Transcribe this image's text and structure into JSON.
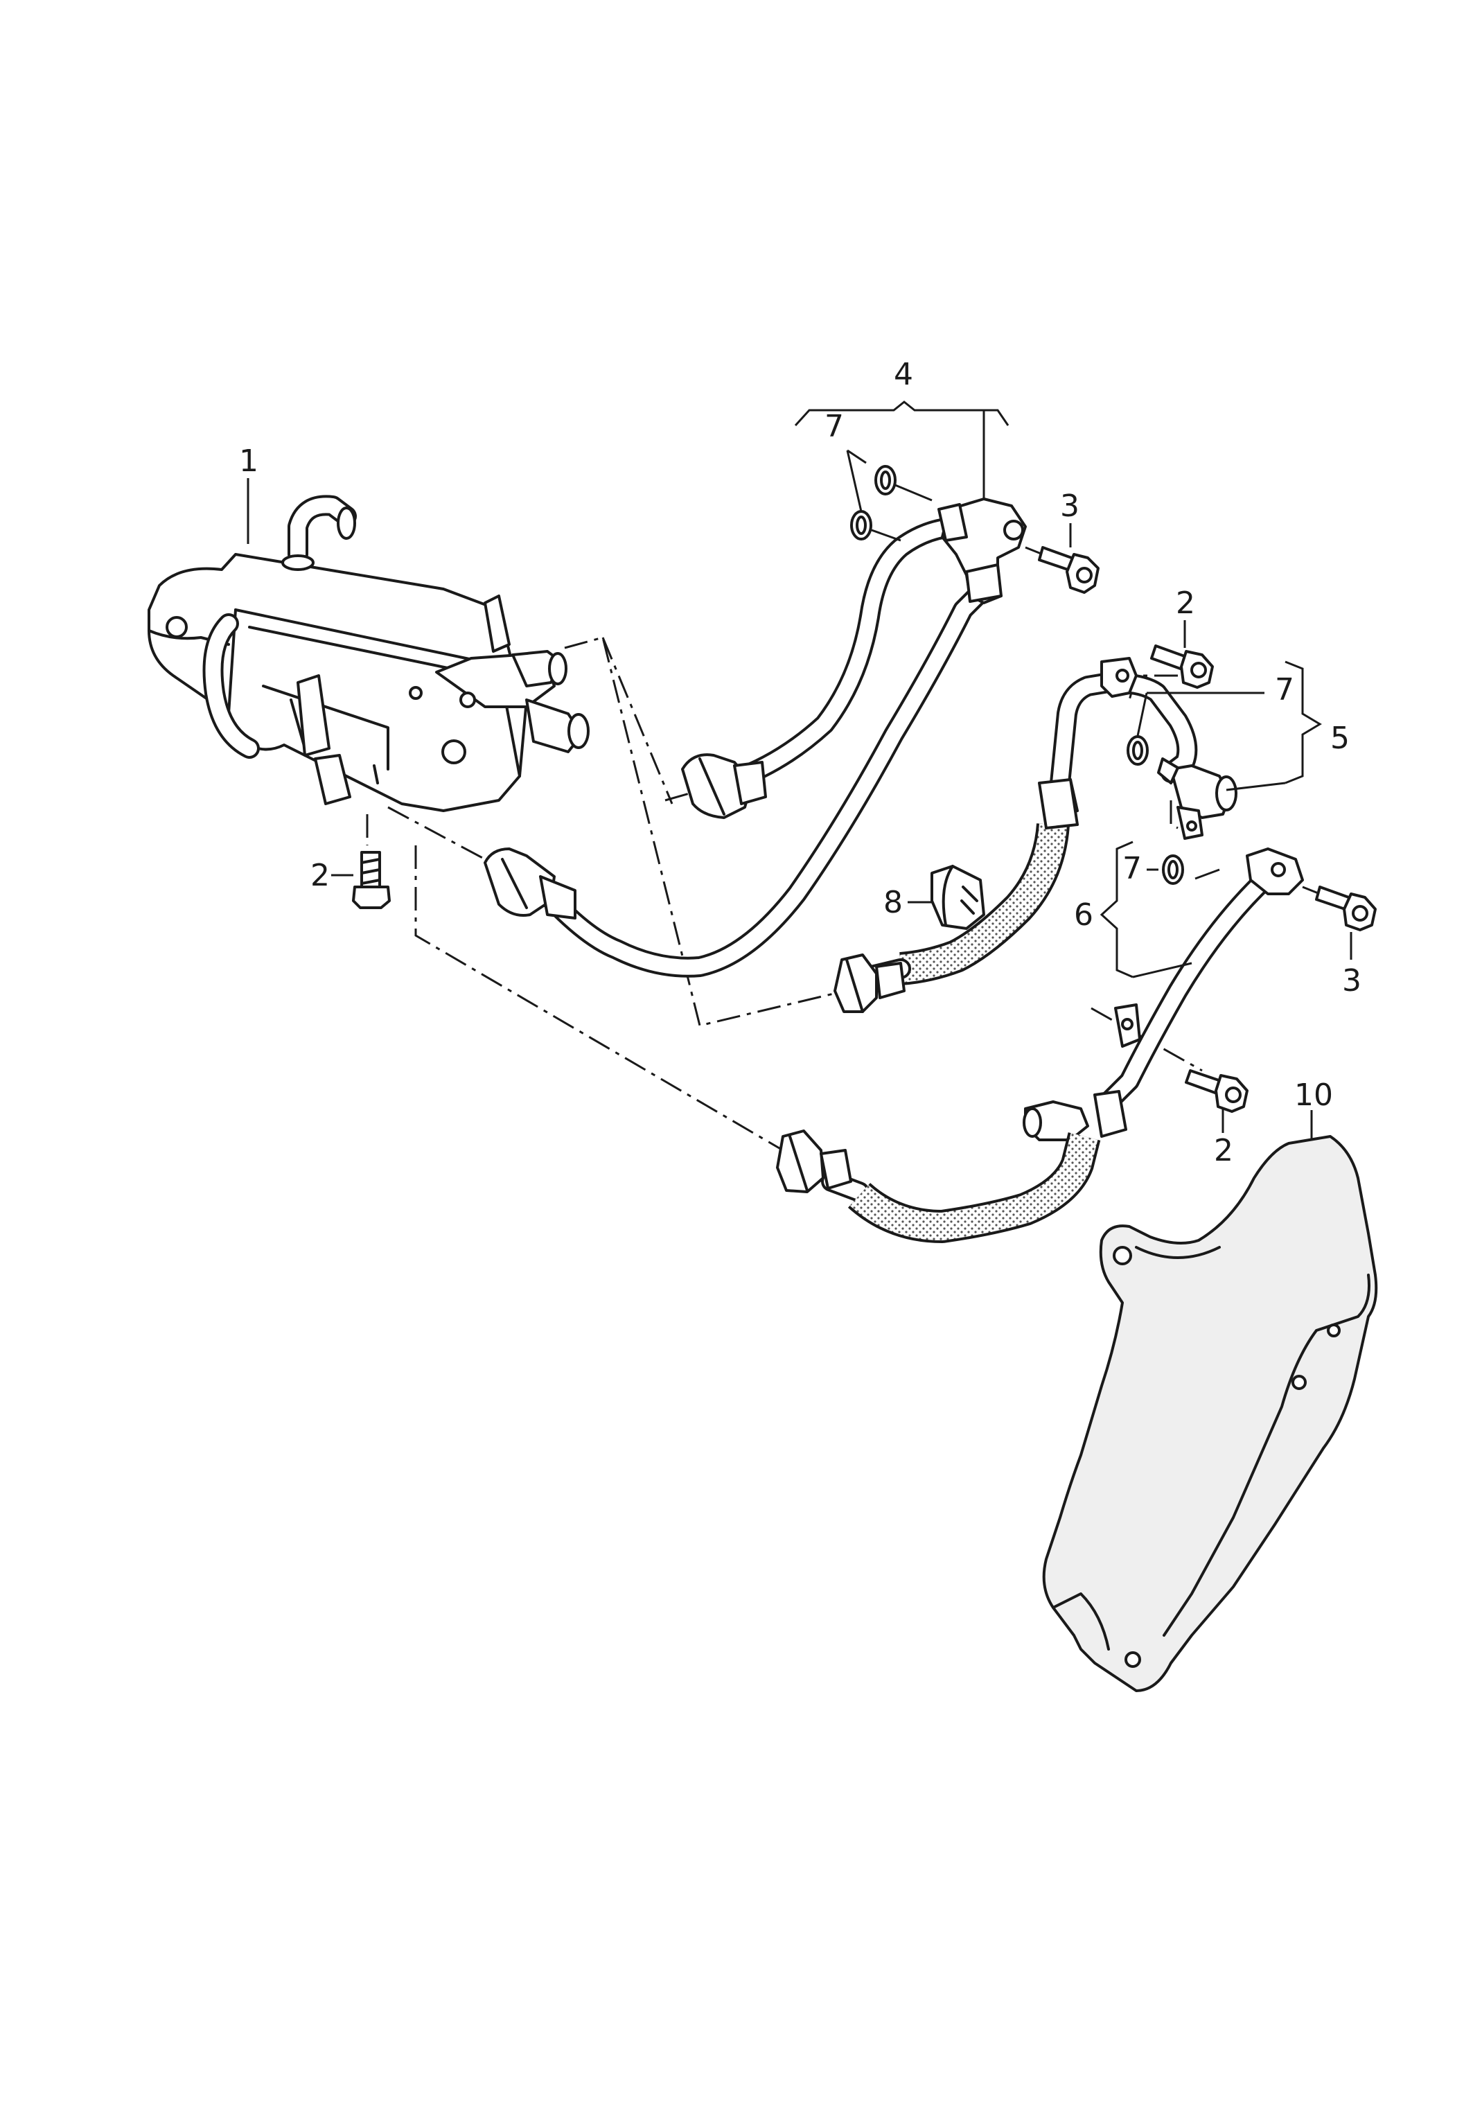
{
  "callouts": {
    "c1": "1",
    "c2a": "2",
    "c2b": "2",
    "c2c": "2",
    "c3a": "3",
    "c3b": "3",
    "c4": "4",
    "c5": "5",
    "c6": "6",
    "c7a": "7",
    "c7b": "7",
    "c7c": "7",
    "c8": "8",
    "c10": "10"
  }
}
